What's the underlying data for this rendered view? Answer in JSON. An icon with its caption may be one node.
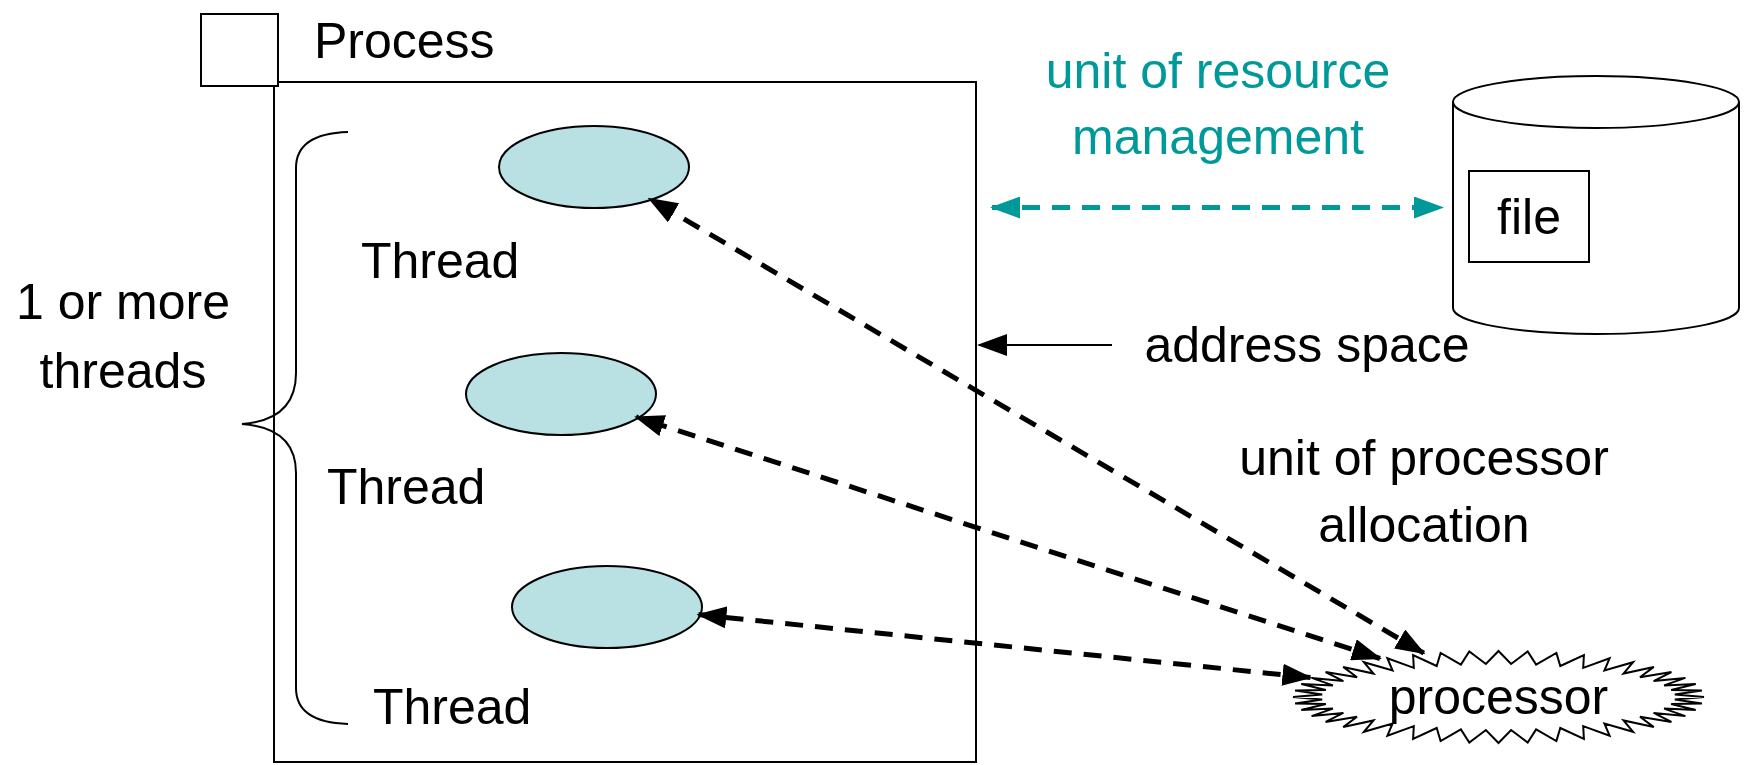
{
  "diagram": {
    "nodes": [
      {
        "text": [],
        "shape": "box",
        "beside": [
          "Process"
        ]
      },
      {
        "text": [],
        "shape": "box"
      },
      {
        "text": [],
        "shape": "ellipse",
        "in": 1,
        "beside": [
          "Thread"
        ]
      },
      {
        "text": [],
        "shape": "ellipse",
        "in": 1,
        "beside": [
          "Thread"
        ]
      },
      {
        "text": [],
        "shape": "ellipse",
        "in": 1,
        "beside": [
          "Thread"
        ]
      },
      {
        "text": [],
        "shape": "cylinder"
      },
      {
        "text": [
          "file"
        ],
        "in": 5
      },
      {
        "text": [
          "processor"
        ]
      },
      {
        "text": [
          "address space"
        ]
      }
    ],
    "edges": [
      {
        "from": 1,
        "to": 5,
        "arrow": "both",
        "label": "unit of resource management",
        "style": "dashed",
        "color": "#009999"
      },
      {
        "from": 8,
        "to": 1,
        "arrow": "to"
      },
      {
        "from": 7,
        "to": 2,
        "arrow": "both",
        "style": "dashed"
      },
      {
        "from": 7,
        "to": 3,
        "arrow": "both",
        "style": "dashed"
      },
      {
        "from": 7,
        "to": 4,
        "arrow": "both",
        "style": "dashed"
      }
    ],
    "labels": [
      "1 or more threads",
      "unit of processor allocation"
    ]
  }
}
